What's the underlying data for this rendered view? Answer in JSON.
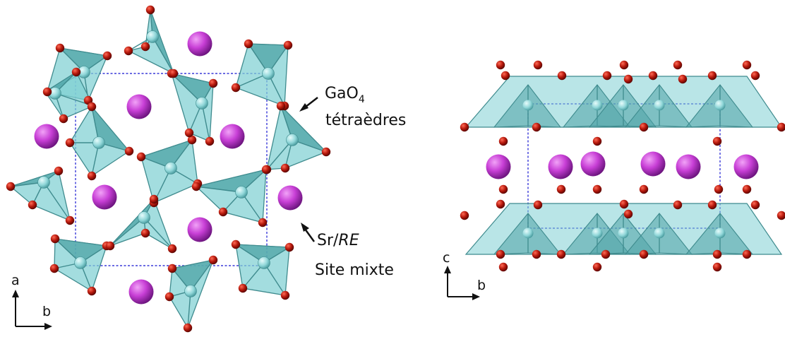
{
  "labels": {
    "ga_prefix": "GaO",
    "ga_sub": "4",
    "tetra": "tétraèdres",
    "sr_prefix": "Sr/",
    "sr_italic": "RE",
    "site": "Site mixte"
  },
  "axes_left": {
    "vertical": "a",
    "horizontal": "b"
  },
  "axes_right": {
    "vertical": "c",
    "horizontal": "b"
  },
  "colors": {
    "polyhedron_fill": "#7fd0d3",
    "polyhedron_dark": "#4ea3a6",
    "polyhedron_edge": "#3f8b8e",
    "oxygen": "#b5180c",
    "gallium": "#8fd6d8",
    "cation": "#c83fd6",
    "cell_line": "#3a3ad8"
  }
}
